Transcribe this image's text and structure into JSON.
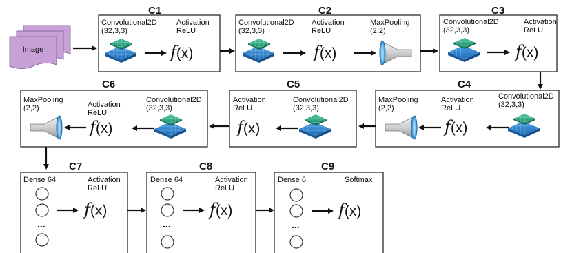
{
  "input": {
    "label": "Image"
  },
  "blocks": {
    "c1": {
      "name": "C1",
      "conv": "Convolutional2D",
      "conv_params": "(32,3,3)",
      "act": "Activation",
      "act_fn": "ReLU"
    },
    "c2": {
      "name": "C2",
      "conv": "Convolutional2D",
      "conv_params": "(32,3,3)",
      "act": "Activation",
      "act_fn": "ReLU",
      "pool": "MaxPooling",
      "pool_params": "(2,2)"
    },
    "c3": {
      "name": "C3",
      "conv": "Convolutional2D",
      "conv_params": "(32,3,3)",
      "act": "Activation",
      "act_fn": "ReLU"
    },
    "c4": {
      "name": "C4",
      "conv": "Convolutional2D",
      "conv_params": "(32,3,3)",
      "act": "Activation",
      "act_fn": "ReLU",
      "pool": "MaxPooling",
      "pool_params": "(2,2)"
    },
    "c5": {
      "name": "C5",
      "conv": "Convolutional2D",
      "conv_params": "(32,3,3)",
      "act": "Activation",
      "act_fn": "ReLU"
    },
    "c6": {
      "name": "C6",
      "conv": "Convolutional2D",
      "conv_params": "(32,3,3)",
      "act": "Activation",
      "act_fn": "ReLU",
      "pool": "MaxPooling",
      "pool_params": "(2,2)"
    },
    "c7": {
      "name": "C7",
      "dense": "Dense 64",
      "act": "Activation",
      "act_fn": "ReLU"
    },
    "c8": {
      "name": "C8",
      "dense": "Dense 64",
      "act": "Activation",
      "act_fn": "ReLU"
    },
    "c9": {
      "name": "C9",
      "dense": "Dense 6",
      "act": "Softmax"
    }
  },
  "symbols": {
    "fx": "f",
    "fx_arg": "(x)",
    "ellipsis": "..."
  },
  "colors": {
    "kernel_green": "#2fae8a",
    "map_blue": "#2e86d6",
    "stack_purple": "#c9a4d9",
    "funnel_grey": "#b8b8b8",
    "funnel_blue": "#4aa3df"
  }
}
